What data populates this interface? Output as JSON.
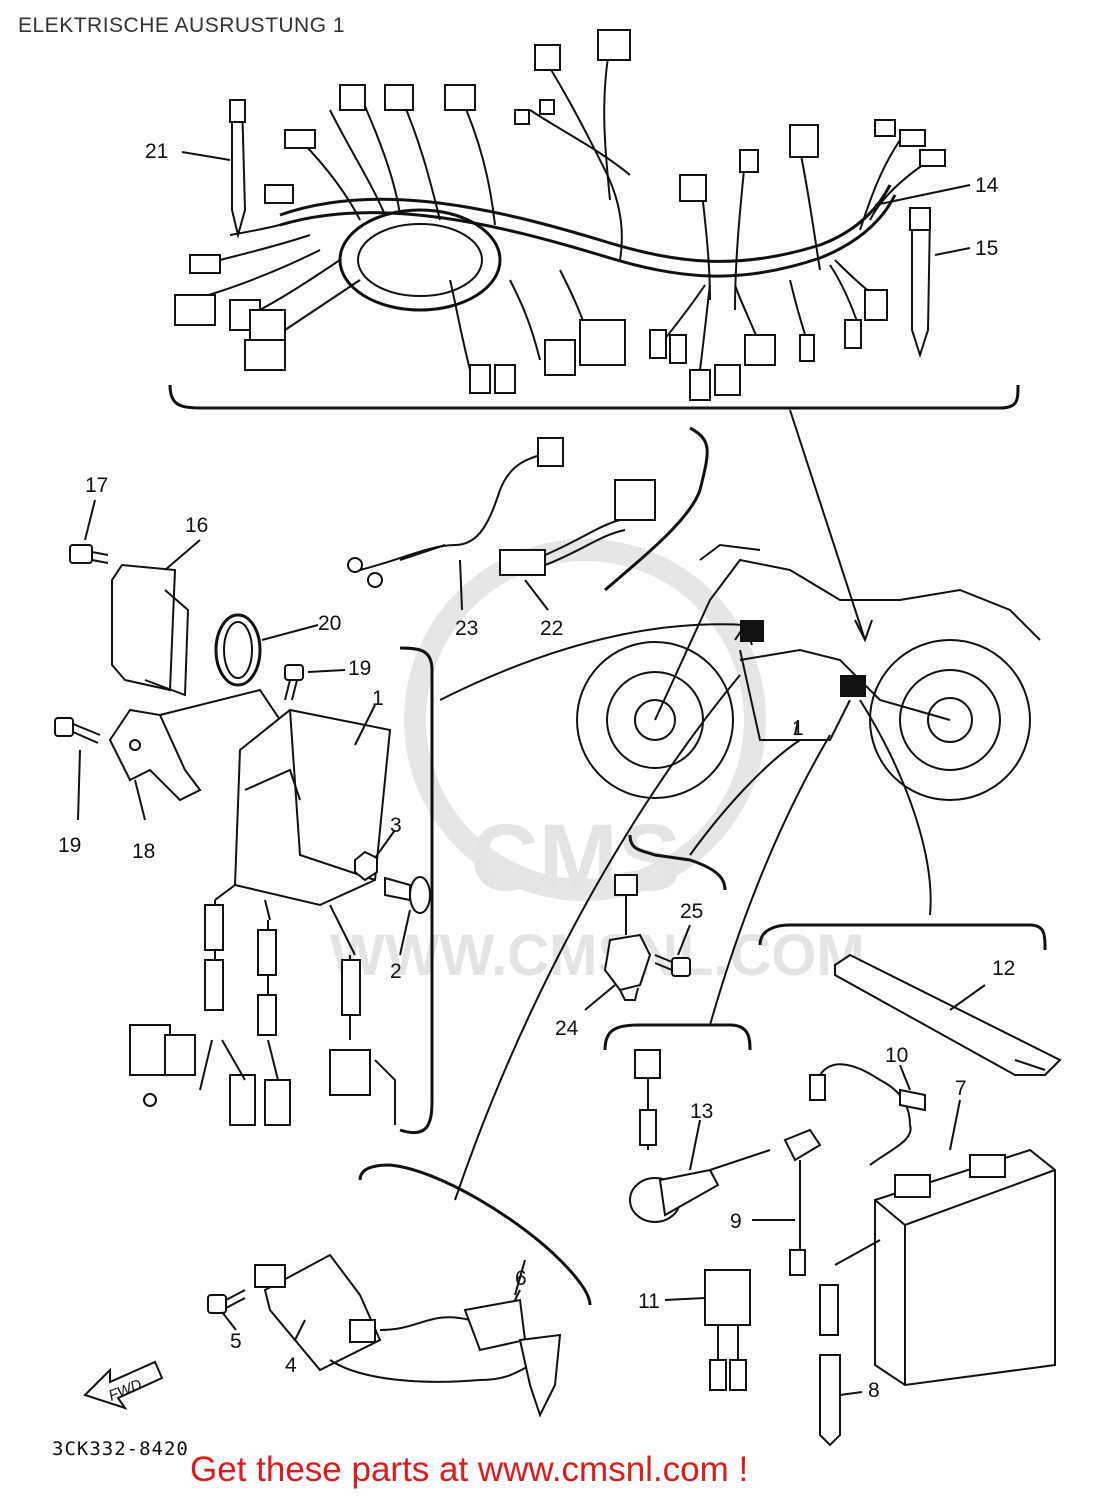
{
  "title": "ELEKTRISCHE AUSRUSTUNG 1",
  "part_code": "3CK332-8420",
  "promo": "Get these parts at www.cmsnl.com !",
  "watermark": {
    "brand": "CMS",
    "url": "WWW.CMSNL.COM"
  },
  "fwd_label": "FWD",
  "callouts": [
    "1",
    "2",
    "3",
    "4",
    "5",
    "6",
    "7",
    "8",
    "9",
    "10",
    "11",
    "12",
    "13",
    "14",
    "15",
    "16",
    "17",
    "18",
    "19",
    "19",
    "20",
    "21",
    "22",
    "23",
    "24",
    "25",
    "1"
  ],
  "colors": {
    "promo": "#e11b1b",
    "ink": "#111111",
    "watermark": "#e6e6e6"
  }
}
